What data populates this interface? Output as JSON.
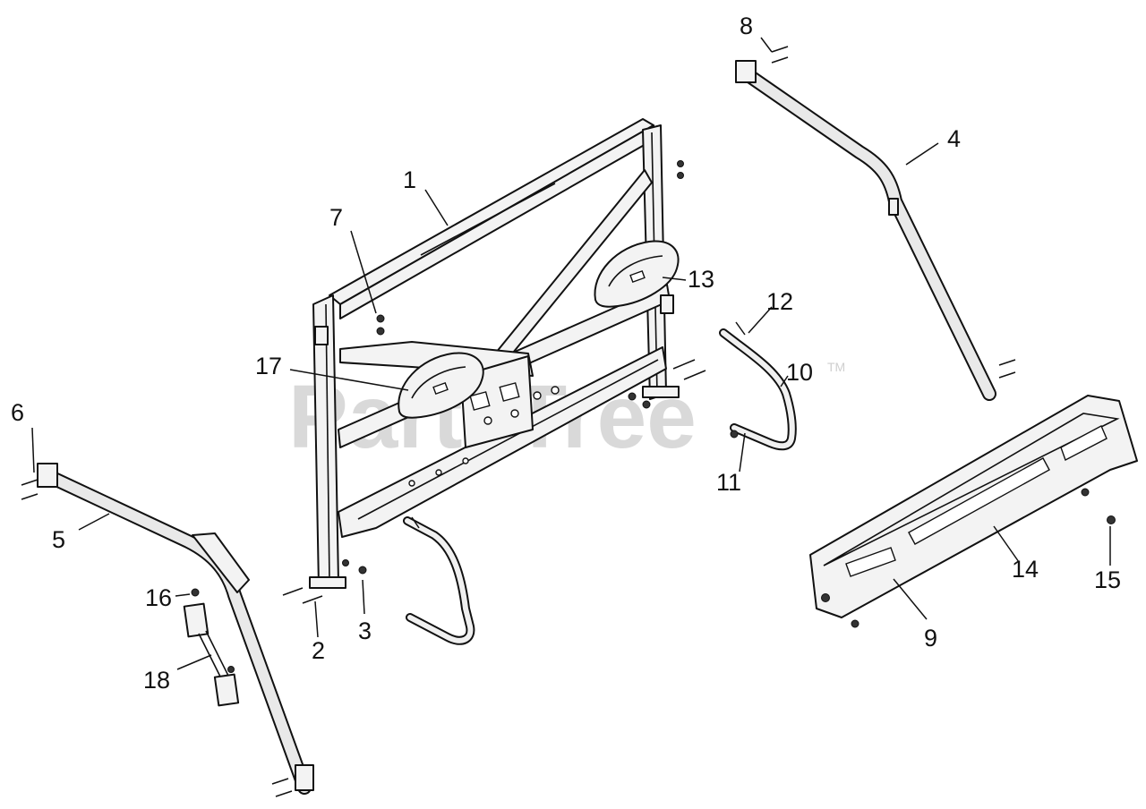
{
  "watermark": {
    "text": "PartsTree",
    "trademark": "TM"
  },
  "callouts": [
    {
      "id": "1",
      "text": "1"
    },
    {
      "id": "2",
      "text": "2"
    },
    {
      "id": "3",
      "text": "3"
    },
    {
      "id": "4",
      "text": "4"
    },
    {
      "id": "5",
      "text": "5"
    },
    {
      "id": "6",
      "text": "6"
    },
    {
      "id": "7",
      "text": "7"
    },
    {
      "id": "8",
      "text": "8"
    },
    {
      "id": "9",
      "text": "9"
    },
    {
      "id": "10",
      "text": "10"
    },
    {
      "id": "11",
      "text": "11"
    },
    {
      "id": "12",
      "text": "12"
    },
    {
      "id": "13",
      "text": "13"
    },
    {
      "id": "14",
      "text": "14"
    },
    {
      "id": "15",
      "text": "15"
    },
    {
      "id": "16",
      "text": "16"
    },
    {
      "id": "17",
      "text": "17"
    },
    {
      "id": "18",
      "text": "18"
    }
  ]
}
